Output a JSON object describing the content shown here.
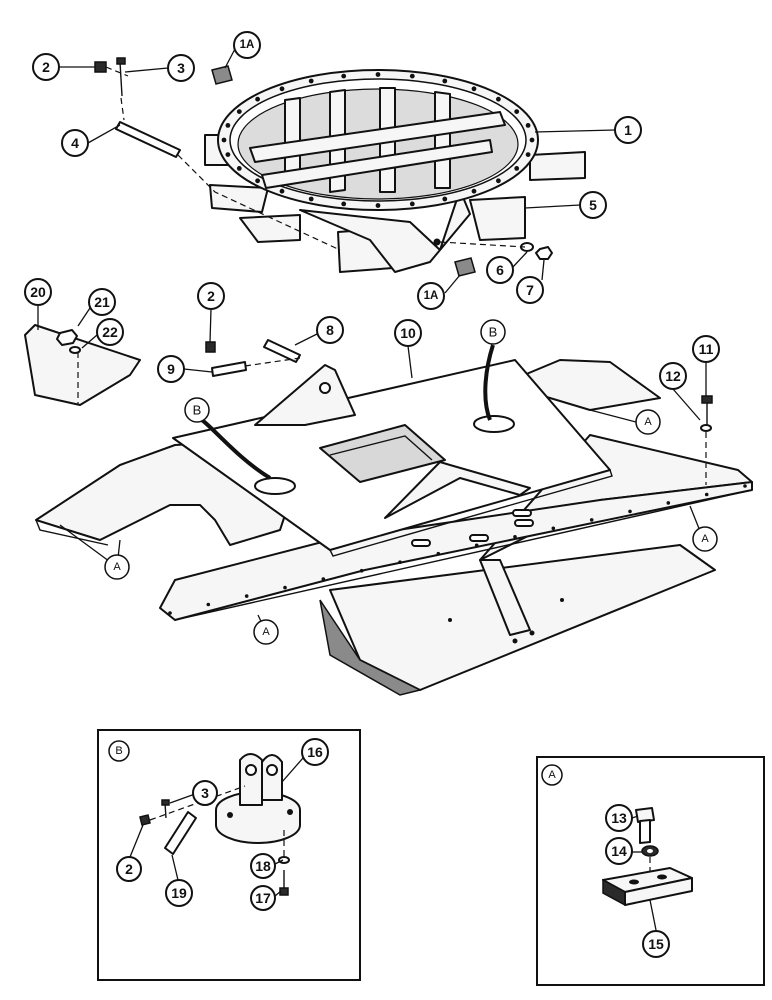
{
  "callouts": [
    {
      "id": "1A-top",
      "text": "1A"
    },
    {
      "id": "1",
      "text": "1"
    },
    {
      "id": "2-top",
      "text": "2"
    },
    {
      "id": "3-top",
      "text": "3"
    },
    {
      "id": "4",
      "text": "4"
    },
    {
      "id": "5",
      "text": "5"
    },
    {
      "id": "6",
      "text": "6"
    },
    {
      "id": "7",
      "text": "7"
    },
    {
      "id": "1A-bot",
      "text": "1A"
    },
    {
      "id": "20",
      "text": "20"
    },
    {
      "id": "21",
      "text": "21"
    },
    {
      "id": "22",
      "text": "22"
    },
    {
      "id": "2-mid",
      "text": "2"
    },
    {
      "id": "8",
      "text": "8"
    },
    {
      "id": "9",
      "text": "9"
    },
    {
      "id": "10",
      "text": "10"
    },
    {
      "id": "11",
      "text": "11"
    },
    {
      "id": "12",
      "text": "12"
    },
    {
      "id": "16",
      "text": "16"
    },
    {
      "id": "3-inset",
      "text": "3"
    },
    {
      "id": "2-inset",
      "text": "2"
    },
    {
      "id": "18",
      "text": "18"
    },
    {
      "id": "17",
      "text": "17"
    },
    {
      "id": "19",
      "text": "19"
    },
    {
      "id": "13",
      "text": "13"
    },
    {
      "id": "14",
      "text": "14"
    },
    {
      "id": "15",
      "text": "15"
    }
  ],
  "refs": [
    {
      "id": "B-left",
      "text": "B"
    },
    {
      "id": "B-right",
      "text": "B"
    },
    {
      "id": "A-right-top",
      "text": "A"
    },
    {
      "id": "A-right",
      "text": "A"
    },
    {
      "id": "A-left",
      "text": "A"
    },
    {
      "id": "A-bottom",
      "text": "A"
    },
    {
      "id": "B-inset",
      "text": "B"
    },
    {
      "id": "A-inset",
      "text": "A"
    }
  ]
}
